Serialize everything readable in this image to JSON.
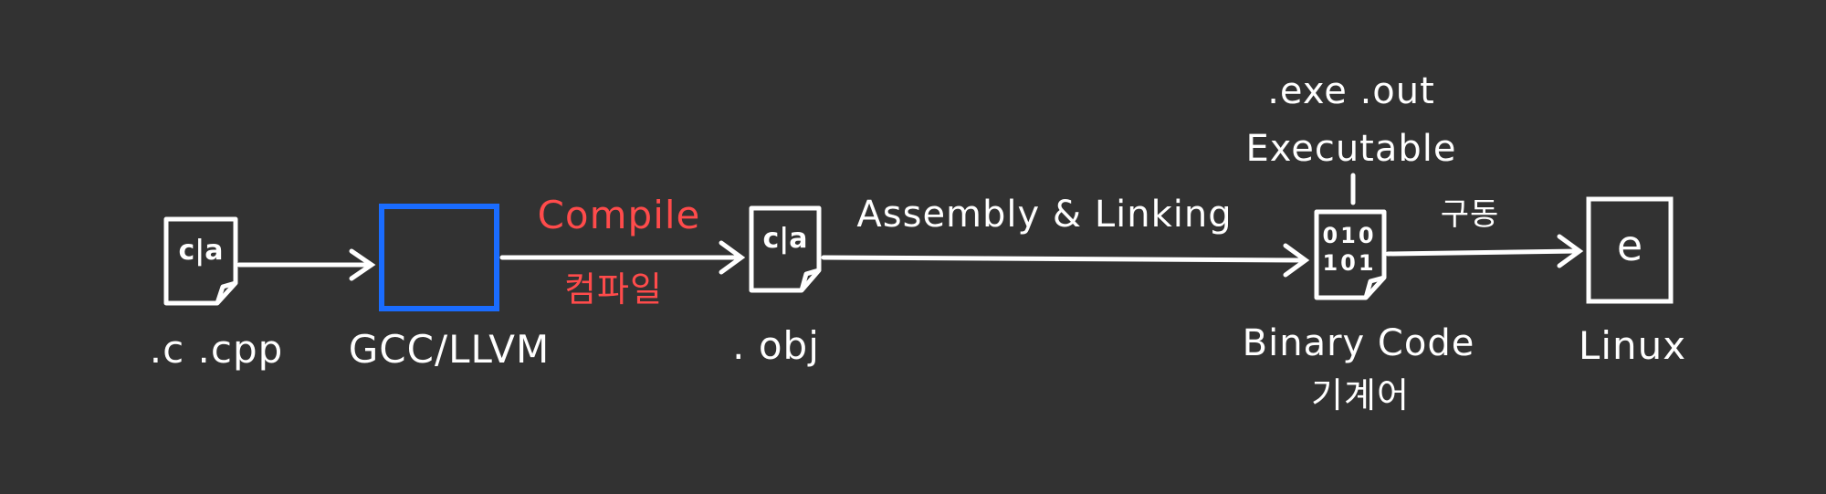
{
  "nodes": {
    "source": {
      "icon_text": "c|a",
      "label": ".c  .cpp"
    },
    "compiler": {
      "label": "GCC/LLVM",
      "box_color": "#1a6cff"
    },
    "object": {
      "icon_text": "c|a",
      "label": ". obj"
    },
    "binary": {
      "icon_text_line1": "010",
      "icon_text_line2": "101",
      "label_line1": "Binary Code",
      "label_line2": "기계어",
      "top_label_line1": ".exe  .out",
      "top_label_line2": "Executable"
    },
    "linux": {
      "icon_text": "e",
      "label": "Linux"
    }
  },
  "edges": {
    "compile": {
      "label": "Compile",
      "sublabel": "컴파일",
      "color": "#ff4b4b"
    },
    "link": {
      "label": "Assembly & Linking"
    },
    "run": {
      "label": "구동"
    }
  },
  "colors": {
    "background": "#323232",
    "stroke": "#ffffff",
    "accent_red": "#ff4b4b",
    "accent_blue": "#1a6cff"
  }
}
